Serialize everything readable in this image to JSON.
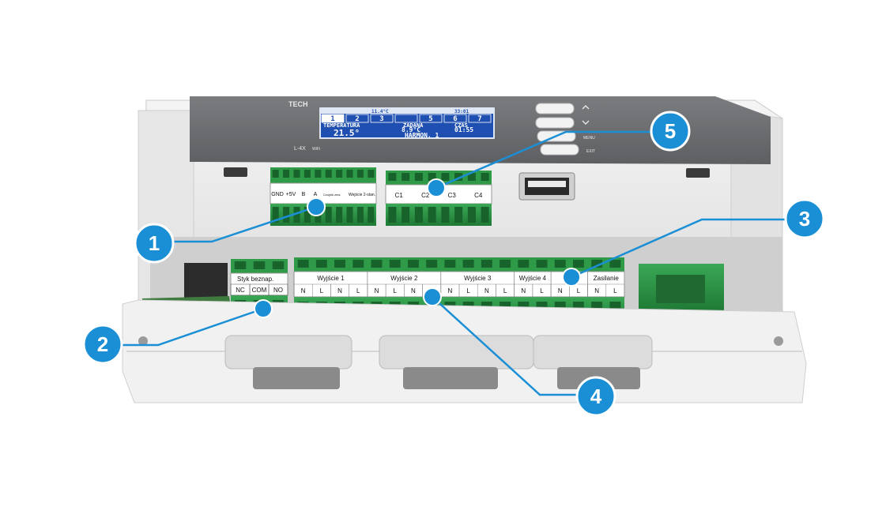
{
  "device": {
    "brand": "TECH",
    "model": "L-4X",
    "model_suffix": "WiFi",
    "buttons": [
      "MENU",
      "EXIT"
    ]
  },
  "lcd": {
    "top_row": [
      "11.4°C",
      "33:01"
    ],
    "zones": [
      "1",
      "2",
      "3",
      "",
      "5",
      "6",
      "7"
    ],
    "temp_label": "TEMPERATURA",
    "temp_value": "21.5°",
    "set_label": "ZADANA",
    "set_value": "8.9°C",
    "time_label": "CZAS",
    "time_value": "01:55",
    "mode": "HARMON. 1"
  },
  "upper_left_terminal": {
    "labels": [
      "GND",
      "+5V",
      "B",
      "A",
      "Czujnik zew.",
      "Wejście 2-stan."
    ]
  },
  "upper_right_terminal": {
    "labels": [
      "C1",
      "C2",
      "C3",
      "C4"
    ]
  },
  "contact_block": {
    "title": "Styk beznap.",
    "pins": [
      "NC",
      "COM",
      "NO"
    ]
  },
  "output_block": {
    "groups": [
      "Wyjście 1",
      "Wyjście 2",
      "Wyjście 3",
      "Wyjście 4",
      "P",
      "Zasilanie"
    ],
    "pins": [
      "N",
      "L",
      "N",
      "L",
      "N",
      "L",
      "N",
      "L",
      "N",
      "L",
      "N",
      "L",
      "N",
      "L",
      "N",
      "L",
      "N",
      "L"
    ]
  },
  "callouts": [
    "1",
    "2",
    "3",
    "4",
    "5"
  ],
  "colors": {
    "callout": "#1a8fd6",
    "terminal_green": "#2f9a48",
    "terminal_dark": "#17632b",
    "lcd_blue": "#1f4fb0",
    "panel_grey": "#6b6d70",
    "housing": "#ececec"
  }
}
